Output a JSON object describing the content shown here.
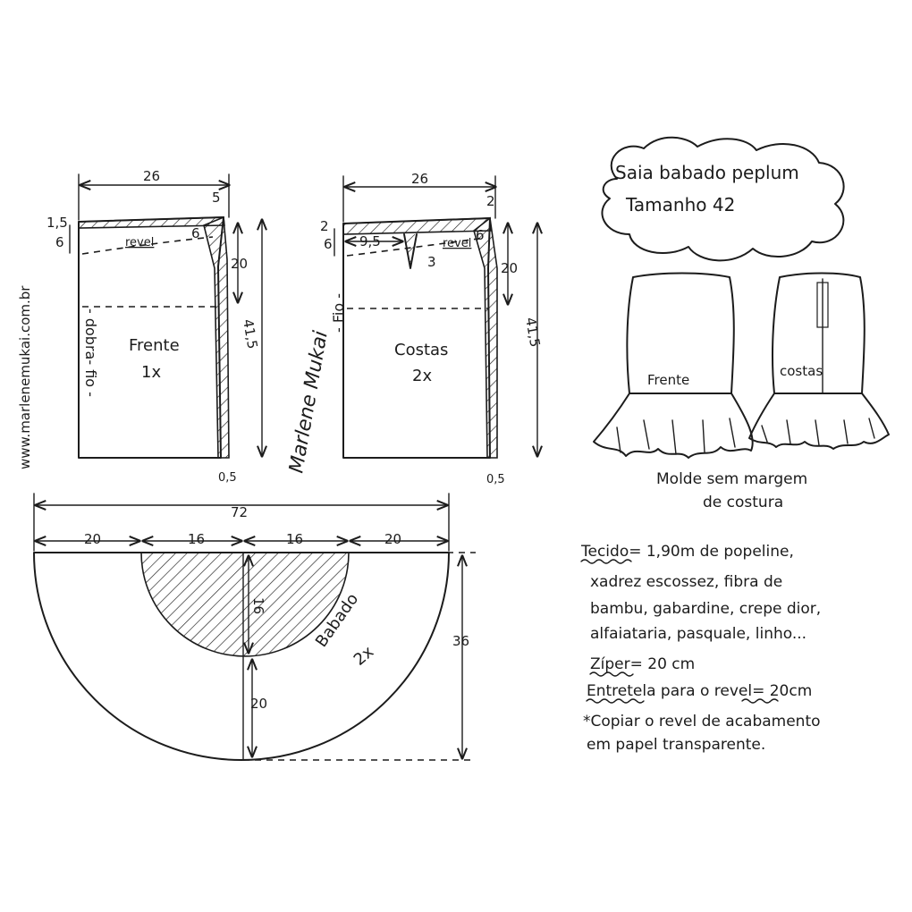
{
  "title": {
    "line1": "Saia babado peplum",
    "line2": "Tamanho 42"
  },
  "watermark": "www.marlenemukai.com.br",
  "signature": "Marlene Mukai",
  "front_piece": {
    "name": "Frente",
    "count": "1x",
    "fold_label": "- dobra- fio -",
    "width": "26",
    "waist_rise": "5",
    "top_left": "1,5",
    "facing_depth": "6",
    "dart_width": "6",
    "facing_label": "revel",
    "hip_depth": "20",
    "length": "41,5",
    "hem_offset": "0,5"
  },
  "back_piece": {
    "name": "Costas",
    "count": "2x",
    "grain_label": "- Fio -",
    "width": "26",
    "waist_rise": "2",
    "top_left": "2",
    "facing_depth": "6",
    "dart_position": "9,5",
    "dart_width": "3",
    "side_dart": "6",
    "facing_label": "revel",
    "hip_depth": "20",
    "length": "41,5",
    "hem_offset": "0,5"
  },
  "ruffle": {
    "name": "Babado",
    "count": "2x",
    "total_width": "72",
    "segments": [
      "20",
      "16",
      "16",
      "20"
    ],
    "inner_radius": "16",
    "outer_band": "20",
    "height": "36"
  },
  "illustrations": {
    "front_label": "Frente",
    "back_label": "costas",
    "caption_line1": "Molde sem margem",
    "caption_line2": "de costura"
  },
  "materials": [
    "Tecido= 1,90m de popeline,",
    "xadrez escossez, fibra de",
    "bambu, gabardine, crepe dior,",
    "alfaiataria, pasquale, linho...",
    "Zíper= 20 cm",
    "Entretela para o revel= 20cm",
    "*Copiar o revel de acabamento",
    "em papel transparente."
  ]
}
